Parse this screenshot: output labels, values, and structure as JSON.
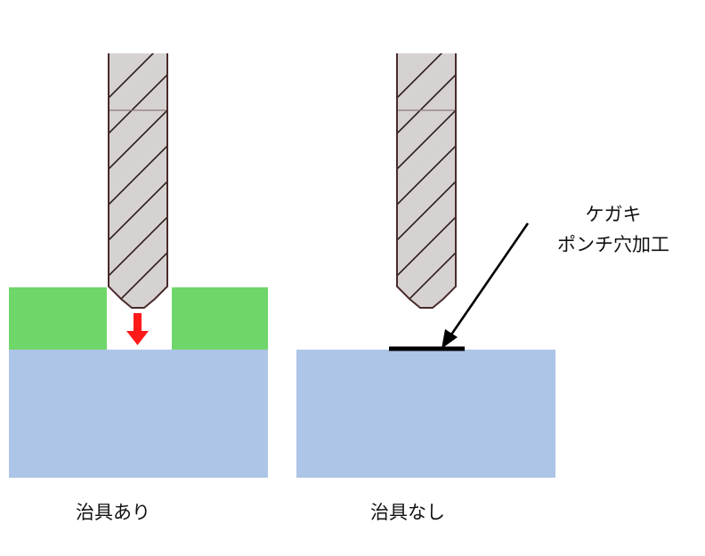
{
  "captions": {
    "with_jig": "治具あり",
    "without_jig": "治具なし"
  },
  "callout": {
    "line1": "ケガキ",
    "line2": "ポンチ穴加工"
  },
  "colors": {
    "jig": "#6fd66a",
    "workpiece": "#adc5e6",
    "punch_body": "#d7d2d2",
    "punch_outline": "#4a2a2a",
    "hatch": "#2a1a1a",
    "arrow": "#ff1a1a",
    "marking_line": "#000000"
  },
  "icons": {
    "feed_arrow": "arrow-down-icon",
    "callout_arrow": "arrow-pointer-icon"
  }
}
